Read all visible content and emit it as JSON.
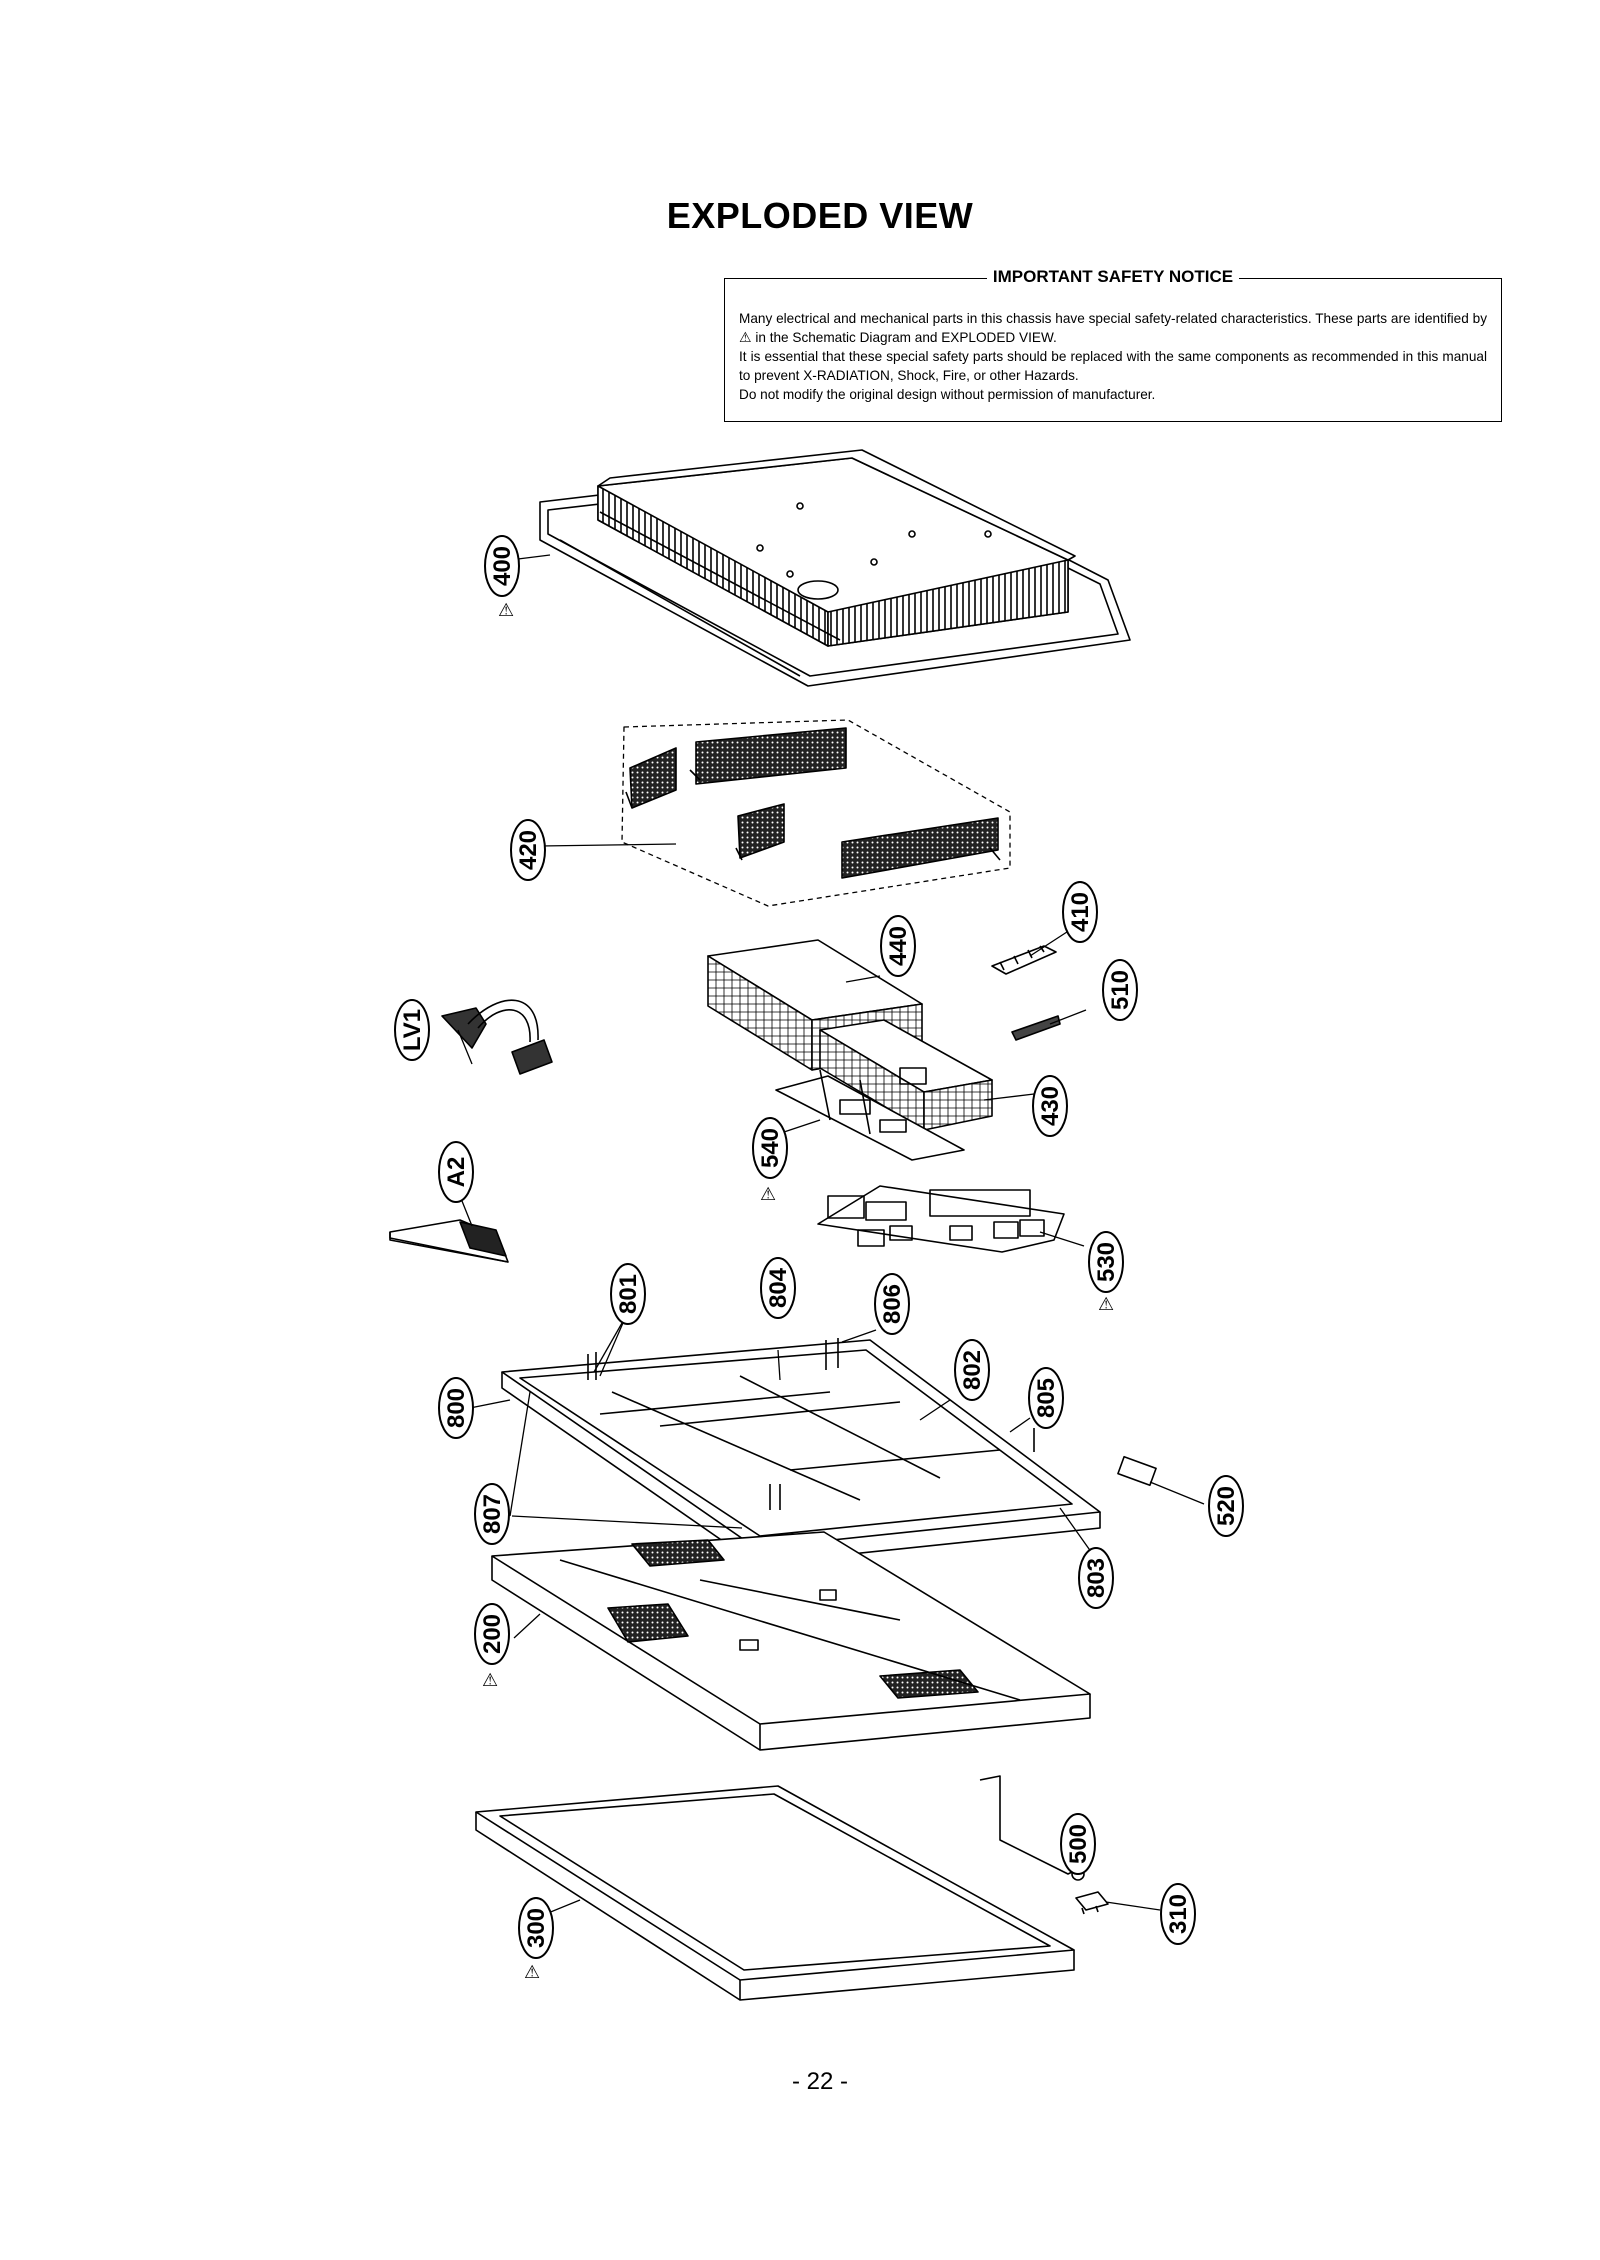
{
  "header": {
    "title": "EXPLODED VIEW"
  },
  "notice": {
    "heading": "IMPORTANT SAFETY NOTICE",
    "line1_prefix": "Many electrical and mechanical parts in this chassis have special safety-related characteristics. These parts are identified by",
    "line1_suffix": "in the Schematic Diagram and EXPLODED VIEW.",
    "line2": "It is essential that these special safety parts should be replaced with the same components as recommended in this manual to prevent X-RADIATION, Shock, Fire, or other Hazards.",
    "line3": "Do not modify the original design without permission of manufacturer.",
    "symbol": "⚠"
  },
  "callouts": {
    "c400": "400",
    "c420": "420",
    "c410": "410",
    "c440": "440",
    "c510": "510",
    "cLV1": "LV1",
    "c430": "430",
    "c540": "540",
    "cA2": "A2",
    "c530": "530",
    "c801": "801",
    "c804": "804",
    "c806": "806",
    "c802": "802",
    "c805": "805",
    "c800": "800",
    "c520": "520",
    "c807": "807",
    "c803": "803",
    "c200": "200",
    "c500": "500",
    "c310": "310",
    "c300": "300"
  },
  "footer": {
    "page": "- 22 -"
  }
}
